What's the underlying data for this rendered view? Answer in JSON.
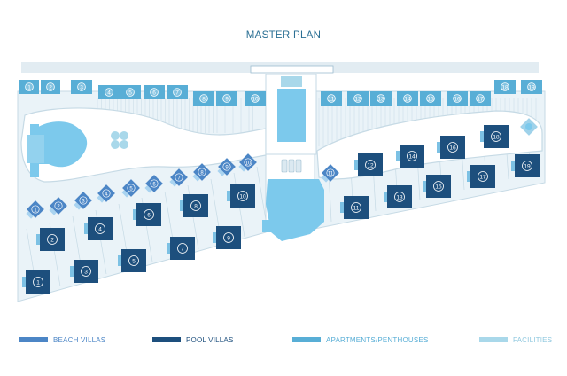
{
  "title": "MASTER PLAN",
  "colors": {
    "beach": "#4c86c6",
    "pool": "#1d4f7d",
    "apartment": "#58aed6",
    "facility": "#a9d8ea",
    "ground": "#eaf3f8",
    "lines": "#c6dae5",
    "pool_water": "#7cc9ec"
  },
  "legend": [
    {
      "key": "beach",
      "label": "BEACH VILLAS"
    },
    {
      "key": "pool",
      "label": "POOL VILLAS"
    },
    {
      "key": "apartment",
      "label": "APARTMENTS/PENTHOUSES"
    },
    {
      "key": "facility",
      "label": "FACILITIES"
    }
  ],
  "apartments_top_left": [
    "1",
    "2",
    "3",
    "4",
    "5",
    "6",
    "7",
    "8",
    "9",
    "10"
  ],
  "apartments_top_right": [
    "11",
    "12",
    "13",
    "14",
    "15",
    "16",
    "17",
    "18",
    "19"
  ],
  "beach_villas_left": [
    "1",
    "2",
    "3",
    "4",
    "5",
    "6",
    "7",
    "8",
    "9",
    "10"
  ],
  "beach_villas_right": [
    "11"
  ],
  "pool_villas_left": [
    "1",
    "2",
    "3",
    "4",
    "5",
    "6",
    "7",
    "8",
    "9",
    "10"
  ],
  "pool_villas_right": [
    "11",
    "12",
    "13",
    "14",
    "15",
    "16",
    "17",
    "18",
    "19"
  ]
}
